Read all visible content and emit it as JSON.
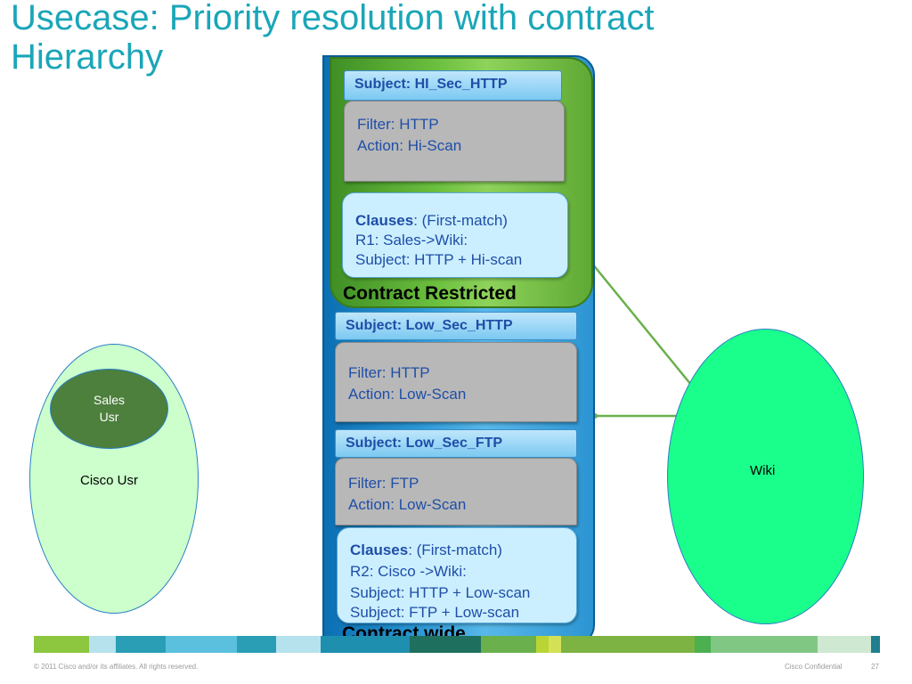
{
  "title": "Usecase: Priority resolution with contract Hierarchy",
  "contract_restricted": {
    "label": "Contract Restricted",
    "subject": "Subject: HI_Sec_HTTP",
    "filter_line1": "Filter: HTTP",
    "filter_line2": "Action:  Hi-Scan",
    "clauses_bold": "Clauses",
    "clauses_rest": ": (First-match)",
    "rule": "R1:  Sales->Wiki:",
    "rule_subject": "Subject: HTTP + Hi-scan"
  },
  "contract_wide": {
    "label": "Contract wide",
    "subject1": "Subject: Low_Sec_HTTP",
    "filter1_line1": "Filter: HTTP",
    "filter1_line2": "Action:  Low-Scan",
    "subject2": "Subject: Low_Sec_FTP",
    "filter2_line1": "Filter: FTP",
    "filter2_line2": "Action:  Low-Scan",
    "clauses_bold": "Clauses",
    "clauses_rest": ": (First-match)",
    "rule": "R2: Cisco ->Wiki:",
    "rule_subject1": "Subject: HTTP + Low-scan",
    "rule_subject2": "Subject: FTP + Low-scan"
  },
  "nodes": {
    "sales_line1": "Sales",
    "sales_line2": "Usr",
    "cisco": "Cisco Usr",
    "wiki": "Wiki"
  },
  "footer": {
    "copyright": "© 2011 Cisco and/or its affiliates. All rights reserved.",
    "confidential": "Cisco Confidential",
    "page": "27"
  },
  "colors": {
    "title": "#1aa6b8",
    "text_blue": "#1f4ea8",
    "contract_green": "#6bbf3e",
    "contract_blue": "#2b98d6",
    "connector": "#6ab04c",
    "cisco_fill": "#ccffcc",
    "sales_fill": "#4d7f3d",
    "wiki_fill": "#1aff8c"
  }
}
